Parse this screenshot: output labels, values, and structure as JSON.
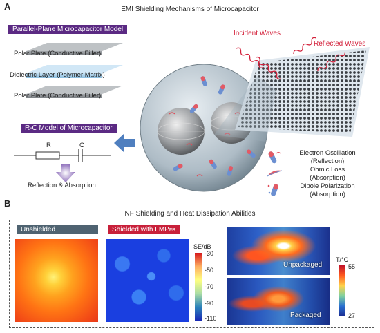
{
  "panel_a": {
    "letter": "A",
    "title": "EMI Shielding Mechanisms of Microcapacitor",
    "model_tag": "Parallel-Plane Microcapacitor Model",
    "layers": [
      "Polar Plate (Conductive Filler)",
      "Dielectric Layer (Polymer Matrix)",
      "Polar Plate (Conductive Filler)"
    ],
    "rc_tag": "R-C Model of Microcapacitor",
    "r_label": "R",
    "c_label": "C",
    "reflection_absorption": "Reflection & Absorption",
    "incident_waves": "Incident Waves",
    "reflected_waves": "Reflected Waves",
    "legend": [
      {
        "line1": "Electron Oscillation",
        "line2": "(Reflection)",
        "icon": "electron-oscillation-icon"
      },
      {
        "line1": "Ohmic Loss",
        "line2": "(Absorption)",
        "icon": "ohmic-loss-icon"
      },
      {
        "line1": "Dipole Polarization",
        "line2": "(Absorption)",
        "icon": "dipole-polarization-icon"
      }
    ]
  },
  "panel_b": {
    "letter": "B",
    "title": "NF Shielding and Heat Dissipation Abilities",
    "unshielded_tag": "Unshielded",
    "shielded_tag_main": "Shielded with LMP",
    "shielded_tag_sub": "FB",
    "se_scale": {
      "title": "SE/dB",
      "ticks": [
        "-30",
        "-50",
        "-70",
        "-90",
        "-110"
      ]
    },
    "t_scale": {
      "title": "T/°C",
      "max": "55",
      "min": "27"
    },
    "unpackaged": "Unpackaged",
    "packaged": "Packaged"
  },
  "colors": {
    "purple_tag": "#5b2a83",
    "slate_tag": "#4f6371",
    "red_tag": "#c8203a",
    "wave_red": "#d3203a"
  }
}
